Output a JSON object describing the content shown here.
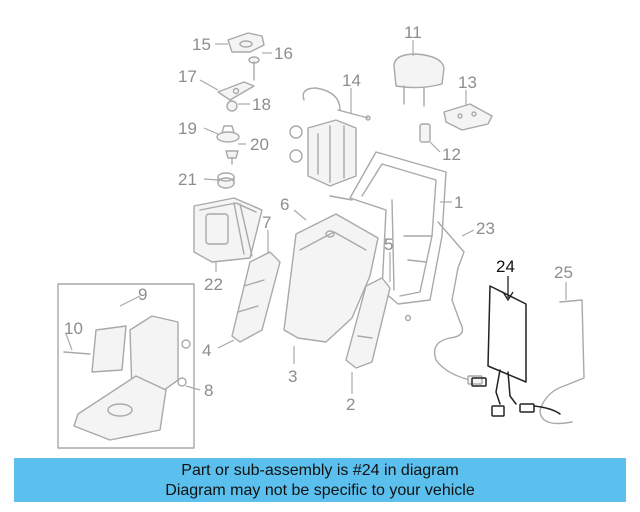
{
  "diagram": {
    "callouts": [
      {
        "id": "1",
        "label": "1"
      },
      {
        "id": "2",
        "label": "2"
      },
      {
        "id": "3",
        "label": "3"
      },
      {
        "id": "4",
        "label": "4"
      },
      {
        "id": "5",
        "label": "5"
      },
      {
        "id": "6",
        "label": "6"
      },
      {
        "id": "7",
        "label": "7"
      },
      {
        "id": "8",
        "label": "8"
      },
      {
        "id": "9",
        "label": "9"
      },
      {
        "id": "10",
        "label": "10"
      },
      {
        "id": "11",
        "label": "11"
      },
      {
        "id": "12",
        "label": "12"
      },
      {
        "id": "13",
        "label": "13"
      },
      {
        "id": "14",
        "label": "14"
      },
      {
        "id": "15",
        "label": "15"
      },
      {
        "id": "16",
        "label": "16"
      },
      {
        "id": "17",
        "label": "17"
      },
      {
        "id": "18",
        "label": "18"
      },
      {
        "id": "19",
        "label": "19"
      },
      {
        "id": "20",
        "label": "20"
      },
      {
        "id": "21",
        "label": "21"
      },
      {
        "id": "22",
        "label": "22"
      },
      {
        "id": "23",
        "label": "23"
      },
      {
        "id": "24",
        "label": "24",
        "highlighted": true
      },
      {
        "id": "25",
        "label": "25"
      }
    ]
  },
  "banner": {
    "line1": "Part or sub-assembly is #24 in diagram",
    "line2": "Diagram may not be specific to your vehicle",
    "color": "#5bc0ee"
  },
  "colors": {
    "highlight_part": "#2b7bd6",
    "ghost": "#a9a9a9"
  }
}
